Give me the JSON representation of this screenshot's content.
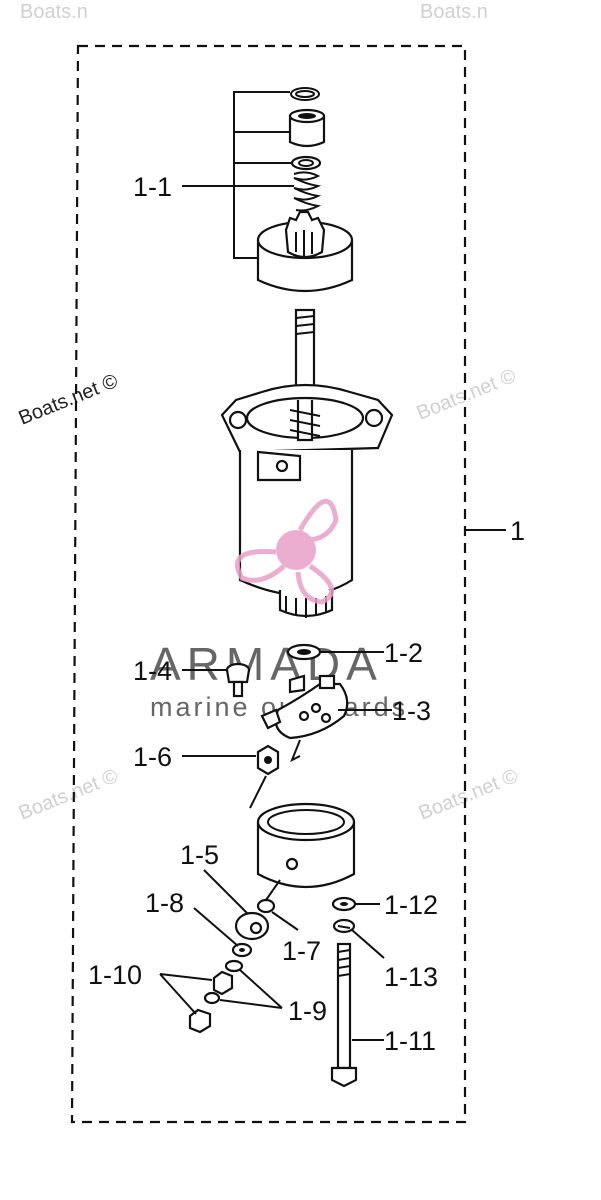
{
  "labels": {
    "l1": "1",
    "l1_1": "1-1",
    "l1_2": "1-2",
    "l1_3": "1-3",
    "l1_4": "1-4",
    "l1_5": "1-5",
    "l1_6": "1-6",
    "l1_7": "1-7",
    "l1_8": "1-8",
    "l1_9": "1-9",
    "l1_10": "1-10",
    "l1_11": "1-11",
    "l1_12": "1-12",
    "l1_13": "1-13"
  },
  "watermarks": {
    "boats": "Boats.net ©",
    "boats_short": "Boats.n"
  },
  "brand": {
    "name": "ARMADA",
    "tagline": "marine outboards",
    "primary_color": "#e8a0c8",
    "text_color": "#666666"
  }
}
